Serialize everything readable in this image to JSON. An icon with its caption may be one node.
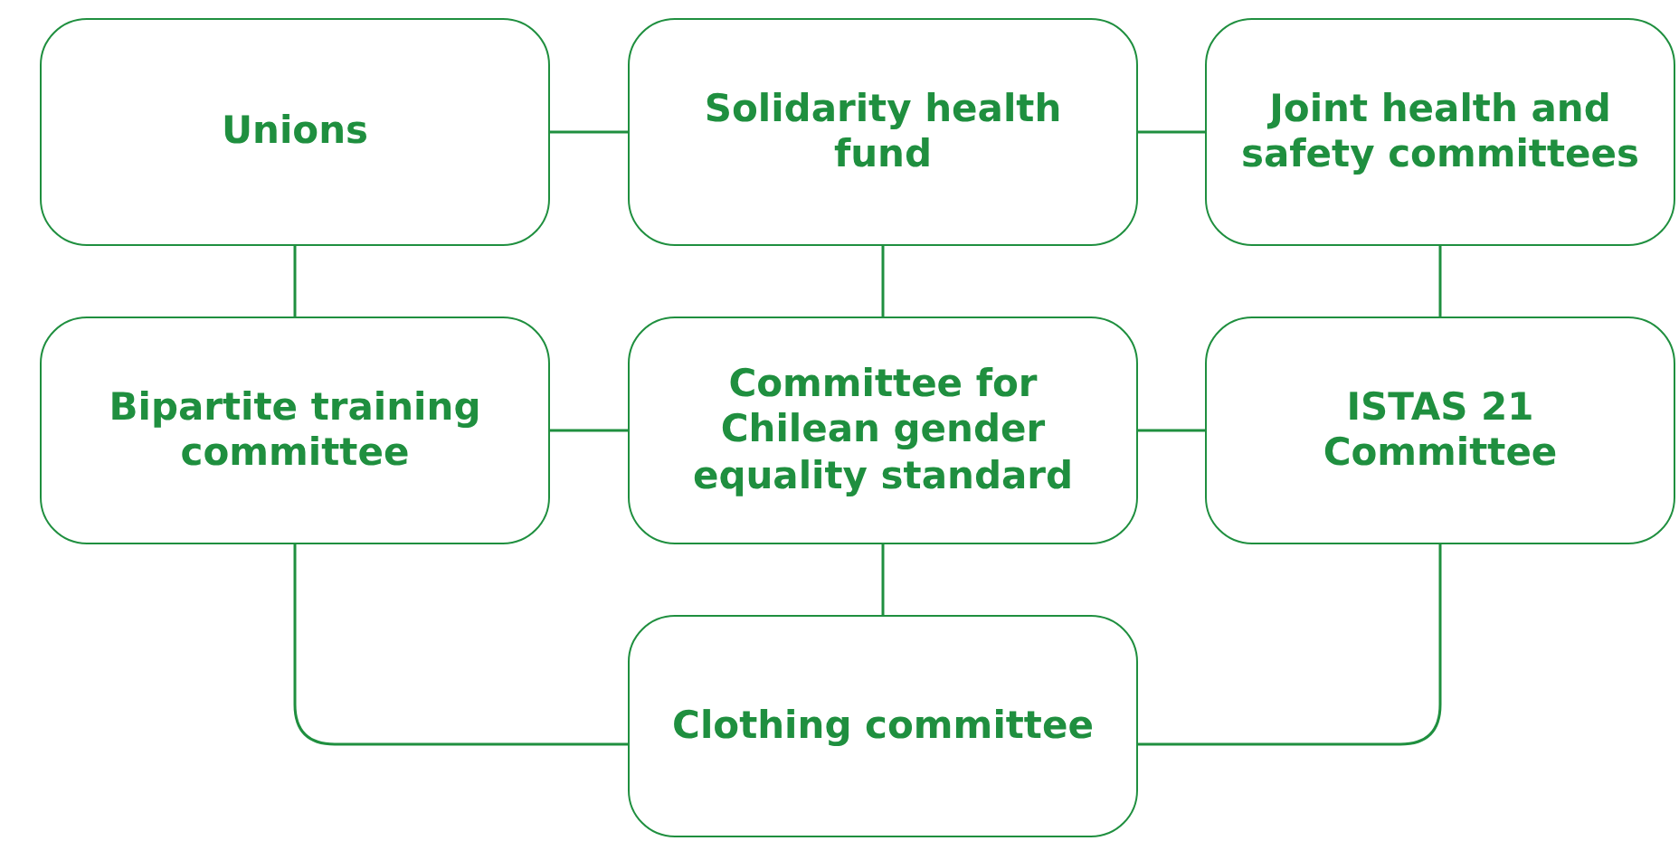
{
  "diagram": {
    "nodes": [
      {
        "text": [
          "Unions"
        ]
      },
      {
        "text": [
          "Solidarity health fund"
        ]
      },
      {
        "text": [
          "Joint health and safety committees"
        ]
      },
      {
        "text": [
          "Bipartite training committee"
        ]
      },
      {
        "text": [
          "Committee for Chilean gender equality standard"
        ]
      },
      {
        "text": [
          "ISTAS 21 Committee"
        ]
      },
      {
        "text": [
          "Clothing committee"
        ]
      }
    ],
    "edges": [
      {
        "from": 0,
        "to": 1,
        "arrow": "none"
      },
      {
        "from": 1,
        "to": 2,
        "arrow": "none"
      },
      {
        "from": 0,
        "to": 3,
        "arrow": "none"
      },
      {
        "from": 1,
        "to": 4,
        "arrow": "none"
      },
      {
        "from": 2,
        "to": 5,
        "arrow": "none"
      },
      {
        "from": 3,
        "to": 4,
        "arrow": "none"
      },
      {
        "from": 4,
        "to": 5,
        "arrow": "none"
      },
      {
        "from": 4,
        "to": 6,
        "arrow": "none"
      },
      {
        "from": 3,
        "to": 6,
        "arrow": "none"
      },
      {
        "from": 5,
        "to": 6,
        "arrow": "none"
      }
    ]
  }
}
